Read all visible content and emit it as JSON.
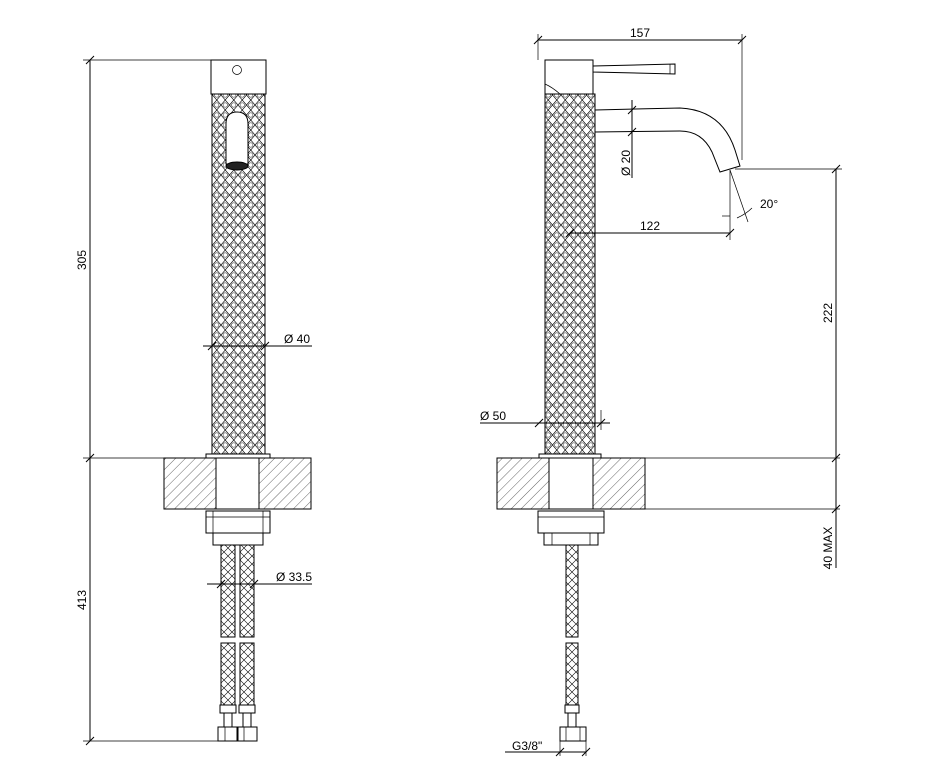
{
  "front_view": {
    "height_above_counter": "305",
    "height_below_counter": "413",
    "body_diameter": "Ø 40",
    "hose_diameter": "Ø 33.5"
  },
  "side_view": {
    "overall_depth": "157",
    "spout_diameter": "Ø 20",
    "spout_reach": "122",
    "spout_angle": "20°",
    "outlet_height": "222",
    "base_diameter": "Ø 50",
    "max_counter_thickness": "40 MAX",
    "connection_thread": "G3/8\""
  }
}
